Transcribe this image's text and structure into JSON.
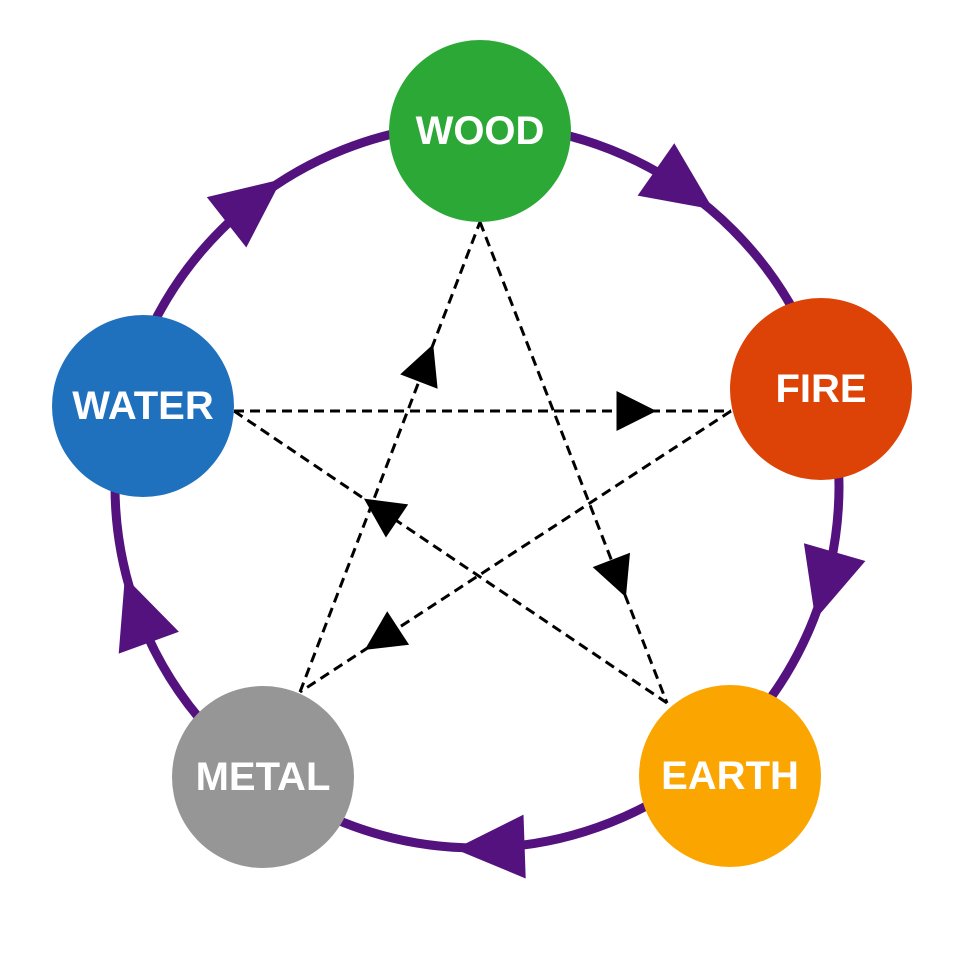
{
  "colors": {
    "cycle": "#54127e",
    "control": "#000000",
    "background": "#ffffff",
    "label": "#ffffff"
  },
  "nodes": {
    "wood": {
      "label": "WOOD",
      "color": "#2ca836"
    },
    "fire": {
      "label": "FIRE",
      "color": "#dd4206"
    },
    "earth": {
      "label": "EARTH",
      "color": "#fba600"
    },
    "metal": {
      "label": "METAL",
      "color": "#969696"
    },
    "water": {
      "label": "WATER",
      "color": "#1f71be"
    }
  },
  "generating_cycle": [
    "wood",
    "fire",
    "earth",
    "metal",
    "water"
  ],
  "controlling_cycle": [
    [
      "wood",
      "earth"
    ],
    [
      "earth",
      "water"
    ],
    [
      "water",
      "fire"
    ],
    [
      "fire",
      "metal"
    ],
    [
      "metal",
      "wood"
    ]
  ]
}
